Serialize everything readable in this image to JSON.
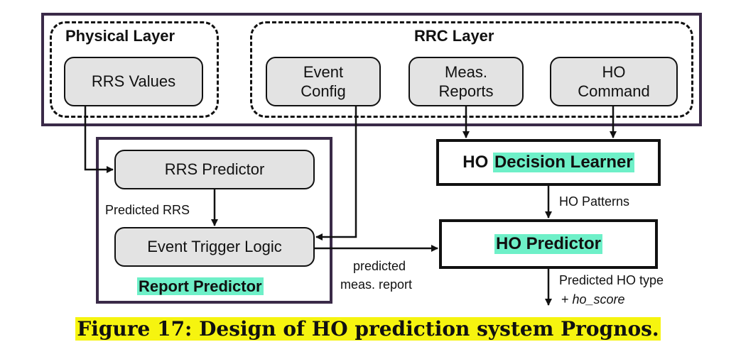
{
  "physical_layer": {
    "title": "Physical Layer",
    "rrs_values": "RRS Values"
  },
  "rrc_layer": {
    "title": "RRC Layer",
    "event_config": [
      "Event",
      "Config"
    ],
    "meas_reports": [
      "Meas.",
      "Reports"
    ],
    "ho_command": [
      "HO",
      "Command"
    ]
  },
  "report_predictor": {
    "title": "Report Predictor",
    "rrs_predictor": "RRS Predictor",
    "predicted_rrs": "Predicted RRS",
    "event_trigger_logic": "Event Trigger Logic"
  },
  "decision_learner": {
    "prefix": "HO",
    "highlight": "Decision Learner"
  },
  "ho_patterns": "HO Patterns",
  "ho_predictor": "HO Predictor",
  "predicted_meas_report": [
    "predicted",
    "meas. report"
  ],
  "output": {
    "line1": "Predicted HO type",
    "plus": "+ ",
    "score": "ho_score"
  },
  "caption": "Figure 17: Design of HO prediction system Prognos.",
  "colors": {
    "highlight": "#6ef0c8",
    "caption_highlight": "#f6f40f",
    "frame": "#3a2a48",
    "box_fill": "#e3e3e3"
  }
}
